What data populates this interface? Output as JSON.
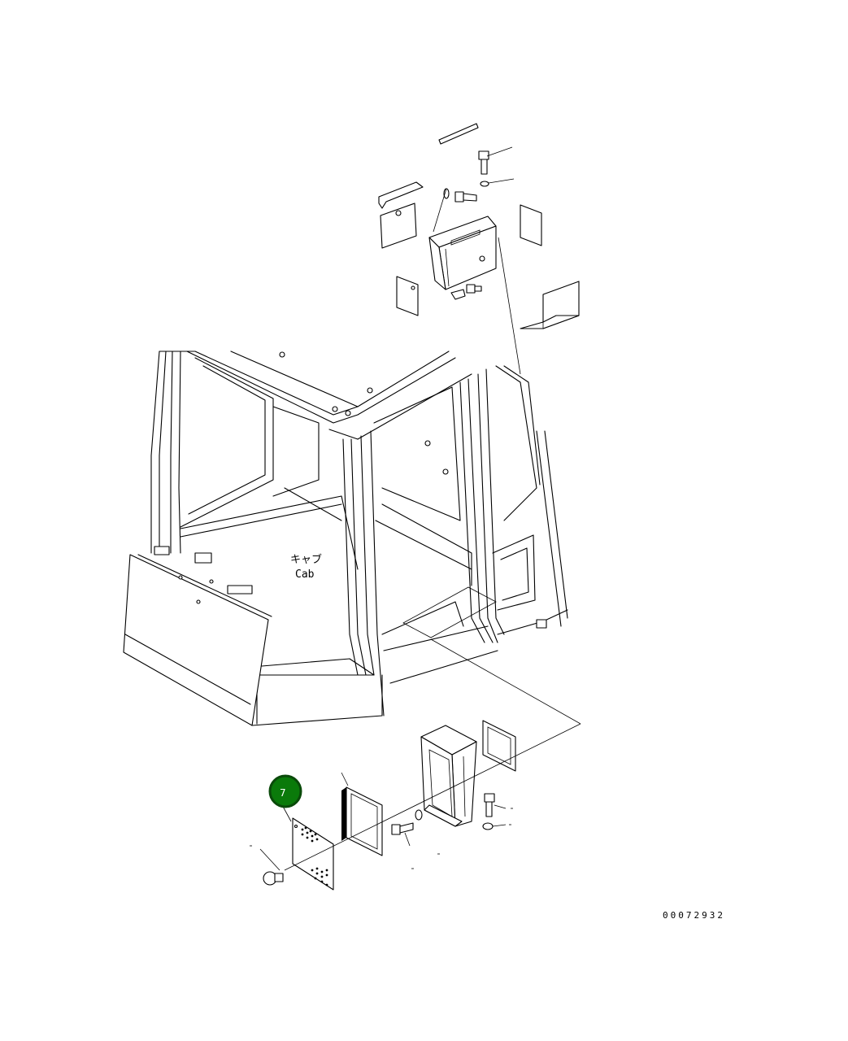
{
  "drawing": {
    "cab_label_jp": "キャブ",
    "cab_label_en": "Cab",
    "document_number": "00072932",
    "callouts": [
      {
        "id": "callout-7",
        "label": "7",
        "color": "#0a7a0a",
        "border_color": "#0a4a0a"
      }
    ]
  }
}
